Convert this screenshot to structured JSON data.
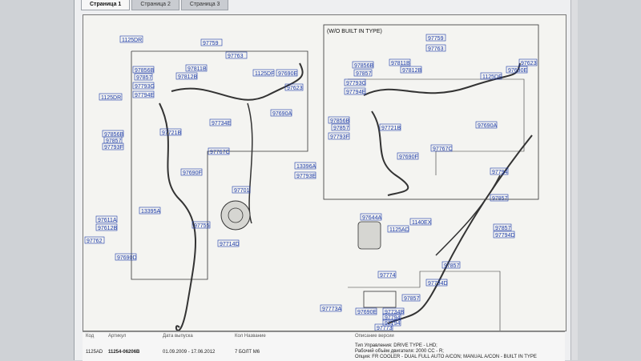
{
  "tabs": [
    "Страница 1",
    "Страница 2",
    "Страница 3"
  ],
  "section_label": "(W/O BUILT IN TYPE)",
  "labels_left": [
    "1125DR",
    "97759",
    "97763",
    "97856B",
    "97857",
    "97811B",
    "97812B",
    "97793G",
    "97794E",
    "1125DF",
    "97690E",
    "97623",
    "1125DR",
    "97690A",
    "97734E",
    "97856B",
    "97857",
    "97721B",
    "97793F",
    "97767C",
    "97690F",
    "13396A",
    "97793E",
    "13395A",
    "97701",
    "97611A",
    "97612B",
    "97762",
    "97755",
    "97714D",
    "97690D"
  ],
  "labels_right": [
    "97759",
    "97763",
    "97856B",
    "97811B",
    "97812B",
    "97857",
    "97793G",
    "97794E",
    "97623",
    "1125DF",
    "97690E",
    "97856B",
    "97857",
    "97721B",
    "97793F",
    "97690A",
    "97767C",
    "97690F",
    "97794",
    "97857",
    "97644A",
    "1140EX",
    "1125AD",
    "97857",
    "97794D",
    "97857",
    "97774",
    "97794D",
    "97857",
    "97773A",
    "97690E",
    "97734B",
    "97794",
    "97794",
    "97773"
  ],
  "footer": {
    "headers": [
      "Код",
      "Артикул",
      "Дата выпуска",
      "Кол Название",
      "Описание версии"
    ],
    "row": [
      "1125AD",
      "11254-06206B",
      "01.09.2009 - 17.06.2012",
      "7 БОЛТ М6"
    ],
    "spec_lines": [
      "Тип Управления: DRIVE TYPE - LHD;",
      "Рабочий объём двигателя: 2000 CC - R;",
      "Опция: FR COOLER - DUAL FULL AUTO A/CON; MANUAL A/CON - BUILT IN TYPE"
    ]
  }
}
